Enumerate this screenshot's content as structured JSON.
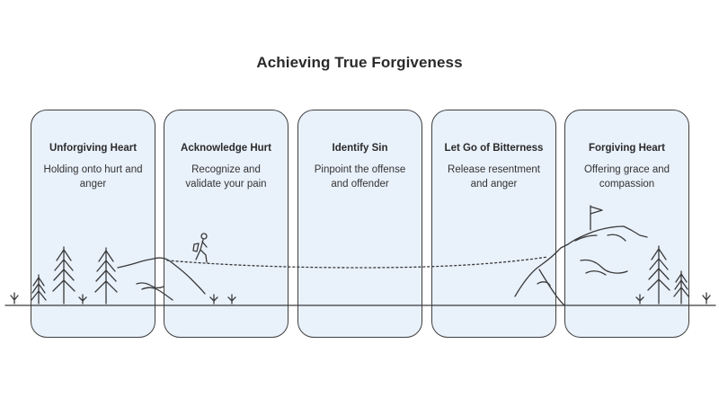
{
  "title": "Achieving True Forgiveness",
  "stages": [
    {
      "title": "Unforgiving Heart",
      "description": "Holding onto hurt and anger"
    },
    {
      "title": "Acknowledge Hurt",
      "description": "Recognize and validate your pain"
    },
    {
      "title": "Identify Sin",
      "description": "Pinpoint the offense and offender"
    },
    {
      "title": "Let Go of Bitterness",
      "description": "Release resentment and anger"
    },
    {
      "title": "Forgiving Heart",
      "description": "Offering grace and compassion"
    }
  ],
  "colors": {
    "panel_fill": "#e9f1fb",
    "stroke": "#3f3f3f"
  },
  "icons": [
    "pine-tree-icon",
    "hiker-icon",
    "mountain-icon",
    "summit-flag-icon",
    "grass-tuft-icon"
  ]
}
